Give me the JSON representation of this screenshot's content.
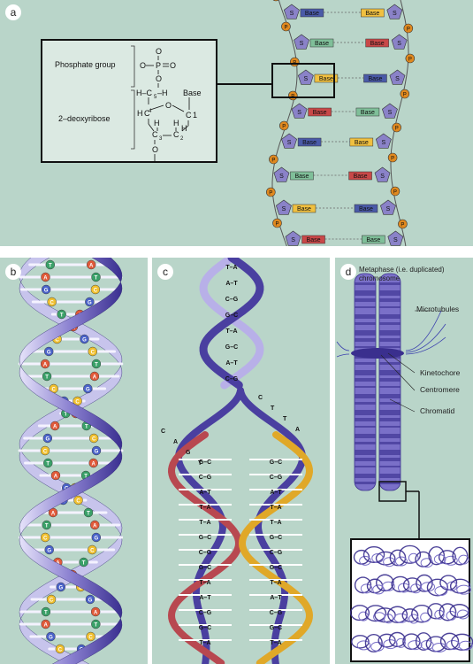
{
  "panels": {
    "a": {
      "label": "a",
      "inset": {
        "phosphate_group_label": "Phosphate group",
        "deoxyribose_label": "2–deoxyribose",
        "base_label": "Base",
        "atoms": {
          "o_top": "O",
          "p": "P",
          "o_left": "O",
          "o_right": "O",
          "o_bottom": "O",
          "ch": "H–C",
          "c5": "5",
          "h5": "–H",
          "h_left": "H",
          "h_right": "H",
          "c4": "C",
          "c1": "C",
          "c3": "C",
          "c2": "C",
          "c1_num": "1",
          "c3_num": "3",
          "c2_num": "2",
          "c4_num": "4",
          "h4": "H",
          "h1": "H",
          "o_ring": "O",
          "o_ester": "O"
        }
      },
      "backbone": {
        "phosphate_letter": "P",
        "sugar_letter": "S",
        "base_label": "Base"
      },
      "colors": {
        "phosphate": "#e0891f",
        "sugar": "#8a82c8",
        "base_yellow": "#f0c040",
        "base_blue": "#4a5aa8",
        "base_red": "#c84848",
        "base_green": "#7fbf99"
      }
    },
    "b": {
      "label": "b",
      "letters": {
        "a": "A",
        "t": "T",
        "c": "C",
        "g": "G"
      },
      "colors": {
        "strand": "#4a3fa0",
        "strand_light": "#c8c4ee",
        "a": "#e05a3a",
        "t": "#3aa068",
        "c": "#f0c030",
        "g": "#4a62c8"
      }
    },
    "c": {
      "label": "c",
      "top_pairs": [
        "T–A",
        "A–T",
        "C–G",
        "G–C",
        "T–A",
        "G–C",
        "A–T",
        "C–G"
      ],
      "unpaired_left": [
        "C",
        "A",
        "G",
        "T"
      ],
      "unpaired_right": [
        "C",
        "T",
        "T",
        "A"
      ],
      "left_pairs": [
        "G–C",
        "C–G",
        "A–T",
        "T–A",
        "T–A",
        "G–C",
        "C–G",
        "G–C",
        "T–A",
        "A–T",
        "C–G",
        "G–C",
        "T–A"
      ],
      "right_pairs": [
        "G–C",
        "C–G",
        "A–T",
        "T–A",
        "T–A",
        "G–C",
        "C–G",
        "G–C",
        "T–A",
        "A–T",
        "C–G",
        "G–C",
        "T–A"
      ],
      "colors": {
        "parent": "#4a3fa0",
        "new_left": "#b84850",
        "new_right": "#e0a828"
      }
    },
    "d": {
      "label": "d",
      "title": "Metaphase (i.e. duplicated)\nchromosome",
      "microtubules": "Microtubules",
      "kinetochore": "Kinetochore",
      "centromere": "Centromere",
      "chromatid": "Chromatid",
      "colors": {
        "chromatid": "#7a70c8",
        "band": "#4a3f9e",
        "inset_bg": "#ffffff",
        "fiber": "#3a2f8e"
      }
    }
  }
}
